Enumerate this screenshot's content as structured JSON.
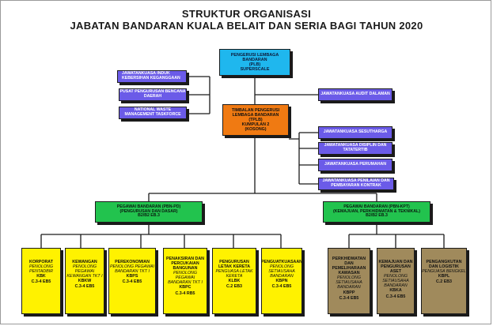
{
  "title": {
    "line1": "STRUKTUR ORGANISASI",
    "line2": "JABATAN BANDARAN KUALA BELAIT DAN SERIA BAGI TAHUN 2020"
  },
  "plb": {
    "l1": "PENGERUSI LEMBAGA",
    "l2": "BANDARAN",
    "l3": "(PLB)",
    "l4": "SUPERSCALE"
  },
  "left_committees": [
    "JAWATANKUASA INDUK KEBERSIHAN KEGANGGAAN",
    "PUSAT PENGURUSAN BENCANA DAERAH",
    "NATIONAL WASTE MANAGEMENT TASKFORCE"
  ],
  "audit": "JAWATANKUASA AUDIT DALAMAN",
  "tplb": {
    "l1": "TIMBALAN PENGERUSI",
    "l2": "LEMBAGA BANDARAN",
    "l3": "(TPLB)",
    "l4": "KUMPULAN 2",
    "l5": "(KOSONG)"
  },
  "right_committees": [
    "JAWATANKUASA SESUTHARGA",
    "JAWATANKUASA DISIPLIN DAN TATATERTIB",
    "JAWATANKUASA PERUMAHAN",
    "JAWATANKUASA PENILAIAN DAN PEMBAYARAN KONTRAK"
  ],
  "pbn_pd": {
    "l1": "PEGAWAI BANDARAN (PBN-PD)",
    "l2": "(PENGURUSAN DAN DASAR)",
    "l3": "B2/B2 EB.3"
  },
  "pbn_kpt": {
    "l1": "PEGAWAI BANDARAN (PBN-KPT)",
    "l2": "(KEMAJUAN, PERKHIDMATAN & TEKNIKAL)",
    "l3": "B2/B2 EB.3"
  },
  "units_pd": [
    {
      "name": "KORPORAT",
      "role": "PENOLONG PENTADBIR",
      "code": "KBK",
      "grade": "C.3-4 EB5"
    },
    {
      "name": "KEWANGAN",
      "role": "PENOLONG PEGAWAI KEWANGAN TKT I",
      "code": "KBKW",
      "grade": "C.3-4 EB5"
    },
    {
      "name": "PEREKONOMIAN",
      "role": "PENOLONG PEGAWAI BANDARAN TKT I",
      "code": "KBPS",
      "grade": "C.3-4 EB5"
    },
    {
      "name": "PENAKSIRAN DAN PERCUKAIAN BANGUNAN",
      "role": "PENOLONG PEGAWAI BANDARAN TKT I",
      "code": "KBPC",
      "grade": "C.3-4 RB5"
    },
    {
      "name": "PENGURUSAN LETAK KERETA",
      "role": "PENGUASA LETAK KERETA",
      "code": "KLBK",
      "grade": "C.2 EB3"
    },
    {
      "name": "PENGUATKUASAAN",
      "role": "PENOLONG SETIAUSAHA BANDARAN",
      "code": "KBPN",
      "grade": "C.3-4 EB5"
    }
  ],
  "units_kpt": [
    {
      "name": "PERKHIDMATAN DAN PEMELIHARAAN KAWASAN",
      "role": "PENOLONG SETIAUSAHA BANDARAN",
      "code": "KBPP",
      "grade": "C.3-4 EB5"
    },
    {
      "name": "KEMAJUAN DAN PENGURUSAN ASET",
      "role": "PENOLONG SETIAUSAHA BANDARAN",
      "code": "KBKA",
      "grade": "C.3-4 EB5"
    },
    {
      "name": "PENGANGKUTAN DAN LOGISTIK",
      "role": "PENGUASA BENGKEL",
      "code": "KBPL",
      "grade": "C.2 EB3"
    }
  ],
  "colors": {
    "plb": "#1fb7ee",
    "committee": "#6b5be8",
    "tplb": "#f07a12",
    "officer": "#22c34e",
    "unit_pd": "#fff200",
    "unit_kpt": "#a08a5c"
  }
}
